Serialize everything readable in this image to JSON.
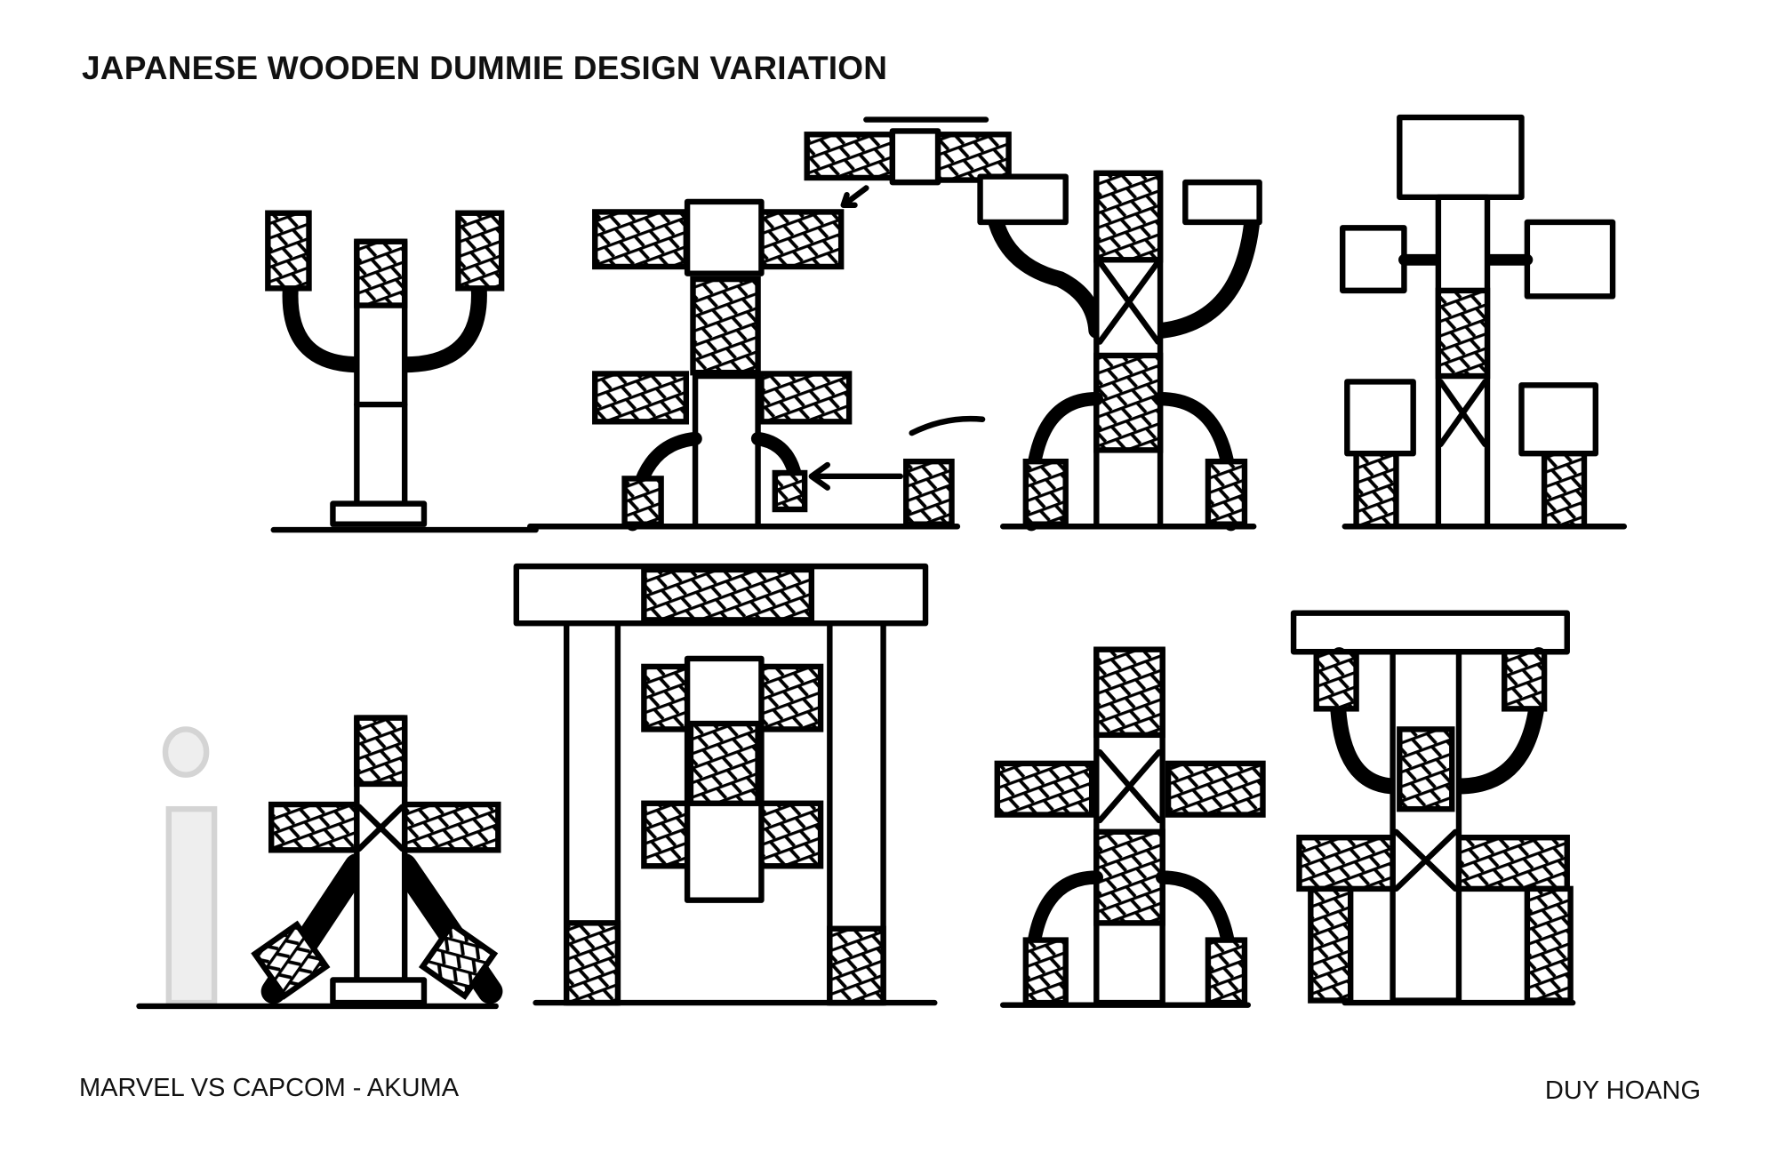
{
  "title": "JAPANESE WOODEN DUMMIE DESIGN VARIATION",
  "footer": {
    "subtitle": "MARVEL VS CAPCOM - AKUMA",
    "artist": "DUY HOANG"
  }
}
